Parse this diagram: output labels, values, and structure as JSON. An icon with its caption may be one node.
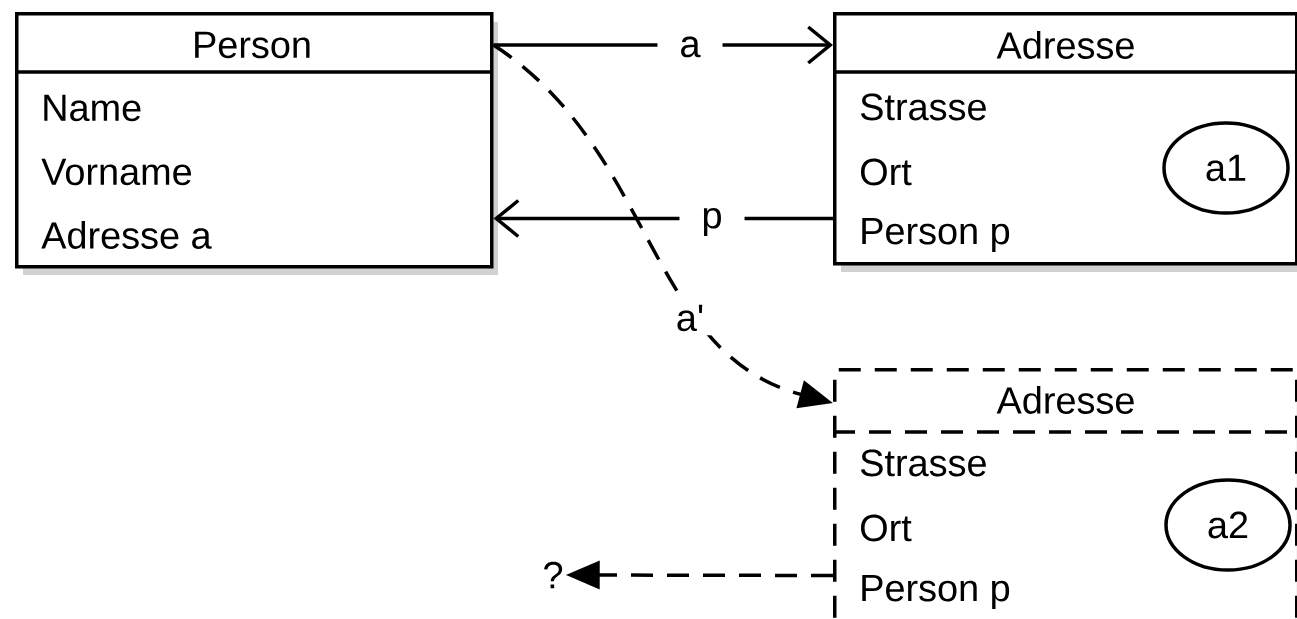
{
  "diagram": {
    "nodes": [
      {
        "text": [
          "Person",
          "Name",
          "Vorname",
          "Adresse a"
        ]
      },
      {
        "text": [
          "Adresse",
          "Strasse",
          "Ort",
          "Person p"
        ]
      },
      {
        "text": [
          "a1"
        ],
        "in": 1
      },
      {
        "text": [
          "Adresse",
          "Strasse",
          "Ort",
          "Person p"
        ]
      },
      {
        "text": [
          "a2"
        ],
        "in": 3
      },
      {
        "text": [
          "?"
        ]
      }
    ],
    "edges": [
      {
        "from": 0,
        "to": 1,
        "arrow": "to",
        "label": "a"
      },
      {
        "from": 1,
        "to": 0,
        "arrow": "to",
        "label": "p"
      },
      {
        "from": 0,
        "to": 3,
        "arrow": "to",
        "label": "a'",
        "style": "dashed"
      },
      {
        "from": 3,
        "to": 5,
        "arrow": "to",
        "style": "dashed"
      }
    ]
  }
}
